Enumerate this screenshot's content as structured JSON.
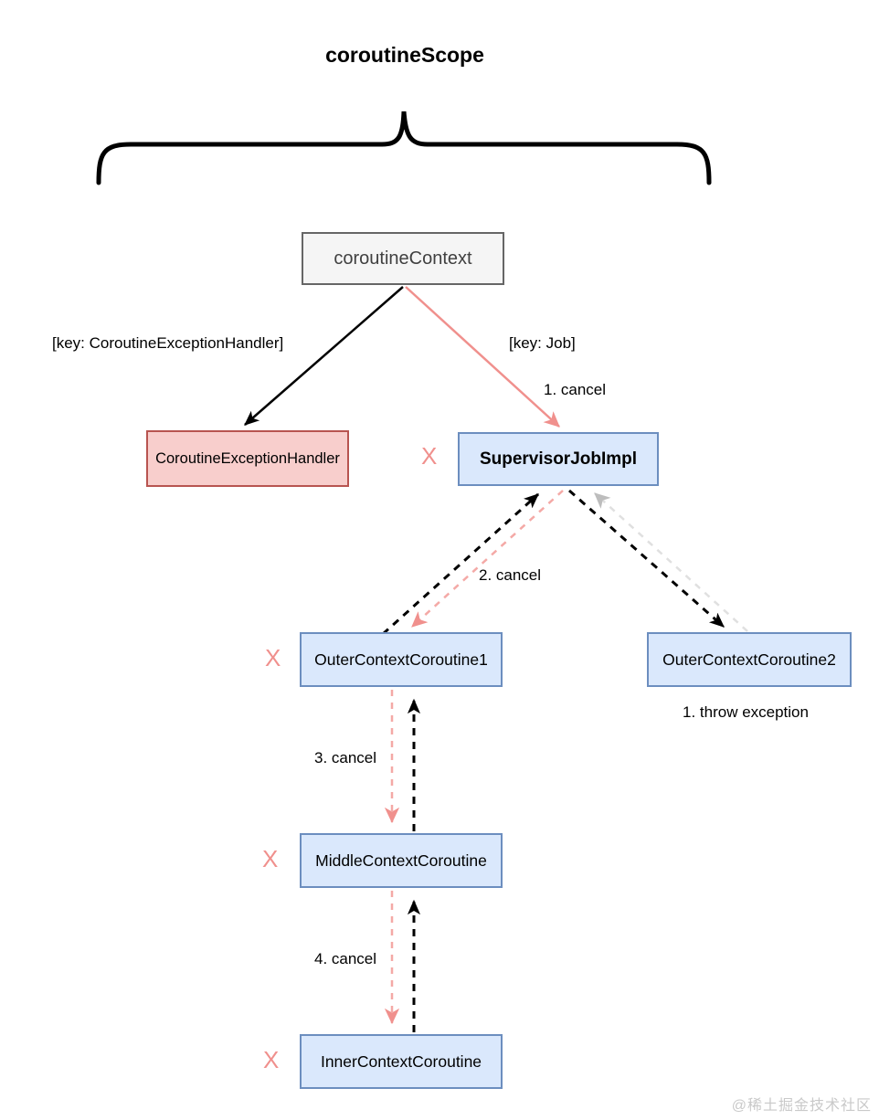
{
  "title": "coroutineScope",
  "nodes": {
    "coroutine_context": "coroutineContext",
    "exception_handler": "CoroutineExceptionHandler",
    "supervisor_job": "SupervisorJobImpl",
    "outer1": "OuterContextCoroutine1",
    "outer2": "OuterContextCoroutine2",
    "middle": "MiddleContextCoroutine",
    "inner": "InnerContextCoroutine"
  },
  "labels": {
    "key_exception_handler": "[key: CoroutineExceptionHandler]",
    "key_job": "[key: Job]",
    "cancel_1": "1. cancel",
    "cancel_2": "2. cancel",
    "cancel_3": "3. cancel",
    "cancel_4": "4. cancel",
    "throw_exception": "1. throw exception",
    "cancelled_mark": "X"
  },
  "colors": {
    "blue_fill": "#dae8fc",
    "blue_border": "#6c8ebf",
    "red_fill": "#f8cecc",
    "red_border": "#b85450",
    "gray_fill": "#f5f5f5",
    "gray_border": "#666666",
    "pink_accent": "#f0908d",
    "gray_edge": "#e0e0e0",
    "gray_arrowhead": "#bdbdbd",
    "black": "#000000"
  },
  "watermark": "@稀土掘金技术社区"
}
